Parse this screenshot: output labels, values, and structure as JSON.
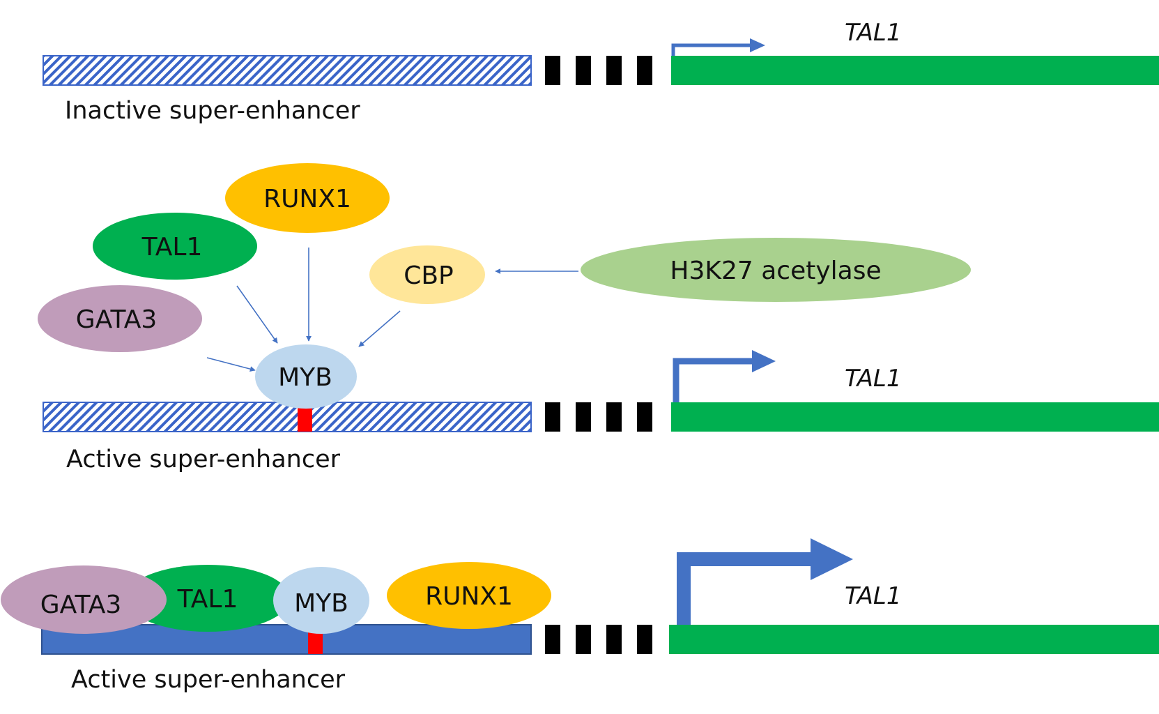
{
  "colors": {
    "enhancer_hatch": "#3a64c8",
    "enhancer_active": "#4472c4",
    "gene": "#00b050",
    "spacer": "#000000",
    "binding_site": "#ff0000",
    "arrow": "#4472c4",
    "runx1": "#ffc000",
    "tal1": "#00b050",
    "gata3": "#c09cba",
    "myb": "#bdd7ee",
    "cbp": "#ffe699",
    "h3k27": "#a9d18e"
  },
  "panels": {
    "inactive": {
      "caption": "Inactive super-enhancer",
      "gene_label": "TAL1"
    },
    "active1": {
      "caption": "Active super-enhancer",
      "gene_label": "TAL1",
      "factors": {
        "runx1": "RUNX1",
        "tal1": "TAL1",
        "gata3": "GATA3",
        "myb": "MYB",
        "cbp": "CBP",
        "h3k27": "H3K27 acetylase"
      }
    },
    "active2": {
      "caption": "Active super-enhancer",
      "gene_label": "TAL1",
      "factors": {
        "gata3": "GATA3",
        "tal1": "TAL1",
        "myb": "MYB",
        "runx1": "RUNX1"
      }
    }
  }
}
